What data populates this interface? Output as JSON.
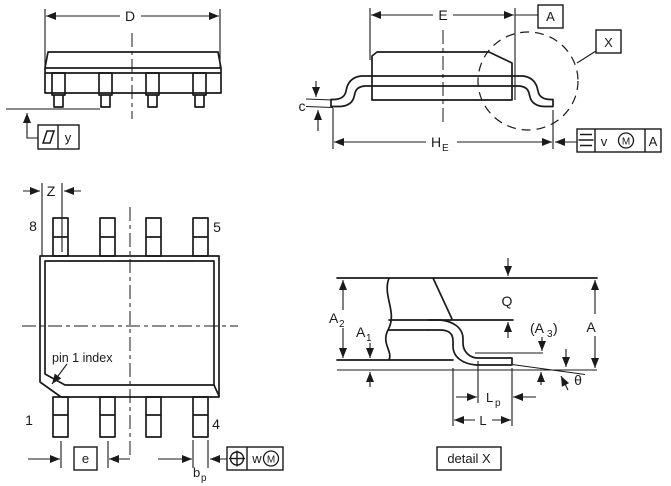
{
  "colors": {
    "line": "#1a1a1a",
    "text": "#1a1a1a",
    "background": "#ffffff"
  },
  "side_view": {
    "dim_d": "D",
    "seating_datum": "y"
  },
  "end_view": {
    "dim_e": "E",
    "datum_a": "A",
    "detail_ref": "X",
    "dim_c": "c",
    "dim_he_base": "H",
    "dim_he_sub": "E",
    "symmetry_tol": {
      "value": "v",
      "modifier": "M",
      "datum": "A"
    }
  },
  "top_view": {
    "dim_z": "Z",
    "pin_numbers": {
      "top_left": "8",
      "top_right": "5",
      "bottom_left": "1",
      "bottom_right": "4"
    },
    "pin1_note": "pin 1 index",
    "dim_e": "e",
    "dim_bp_base": "b",
    "dim_bp_sub": "p",
    "position_tol": {
      "value": "w",
      "modifier": "M"
    }
  },
  "detail_view": {
    "dim_a2_base": "A",
    "dim_a2_sub": "2",
    "dim_a1_base": "A",
    "dim_a1_sub": "1",
    "dim_q": "Q",
    "dim_a3_open": "(A",
    "dim_a3_sub": "3",
    "dim_a3_close": ")",
    "dim_a": "A",
    "dim_theta": "θ",
    "dim_lp_base": "L",
    "dim_lp_sub": "p",
    "dim_l": "L",
    "caption": "detail X"
  }
}
